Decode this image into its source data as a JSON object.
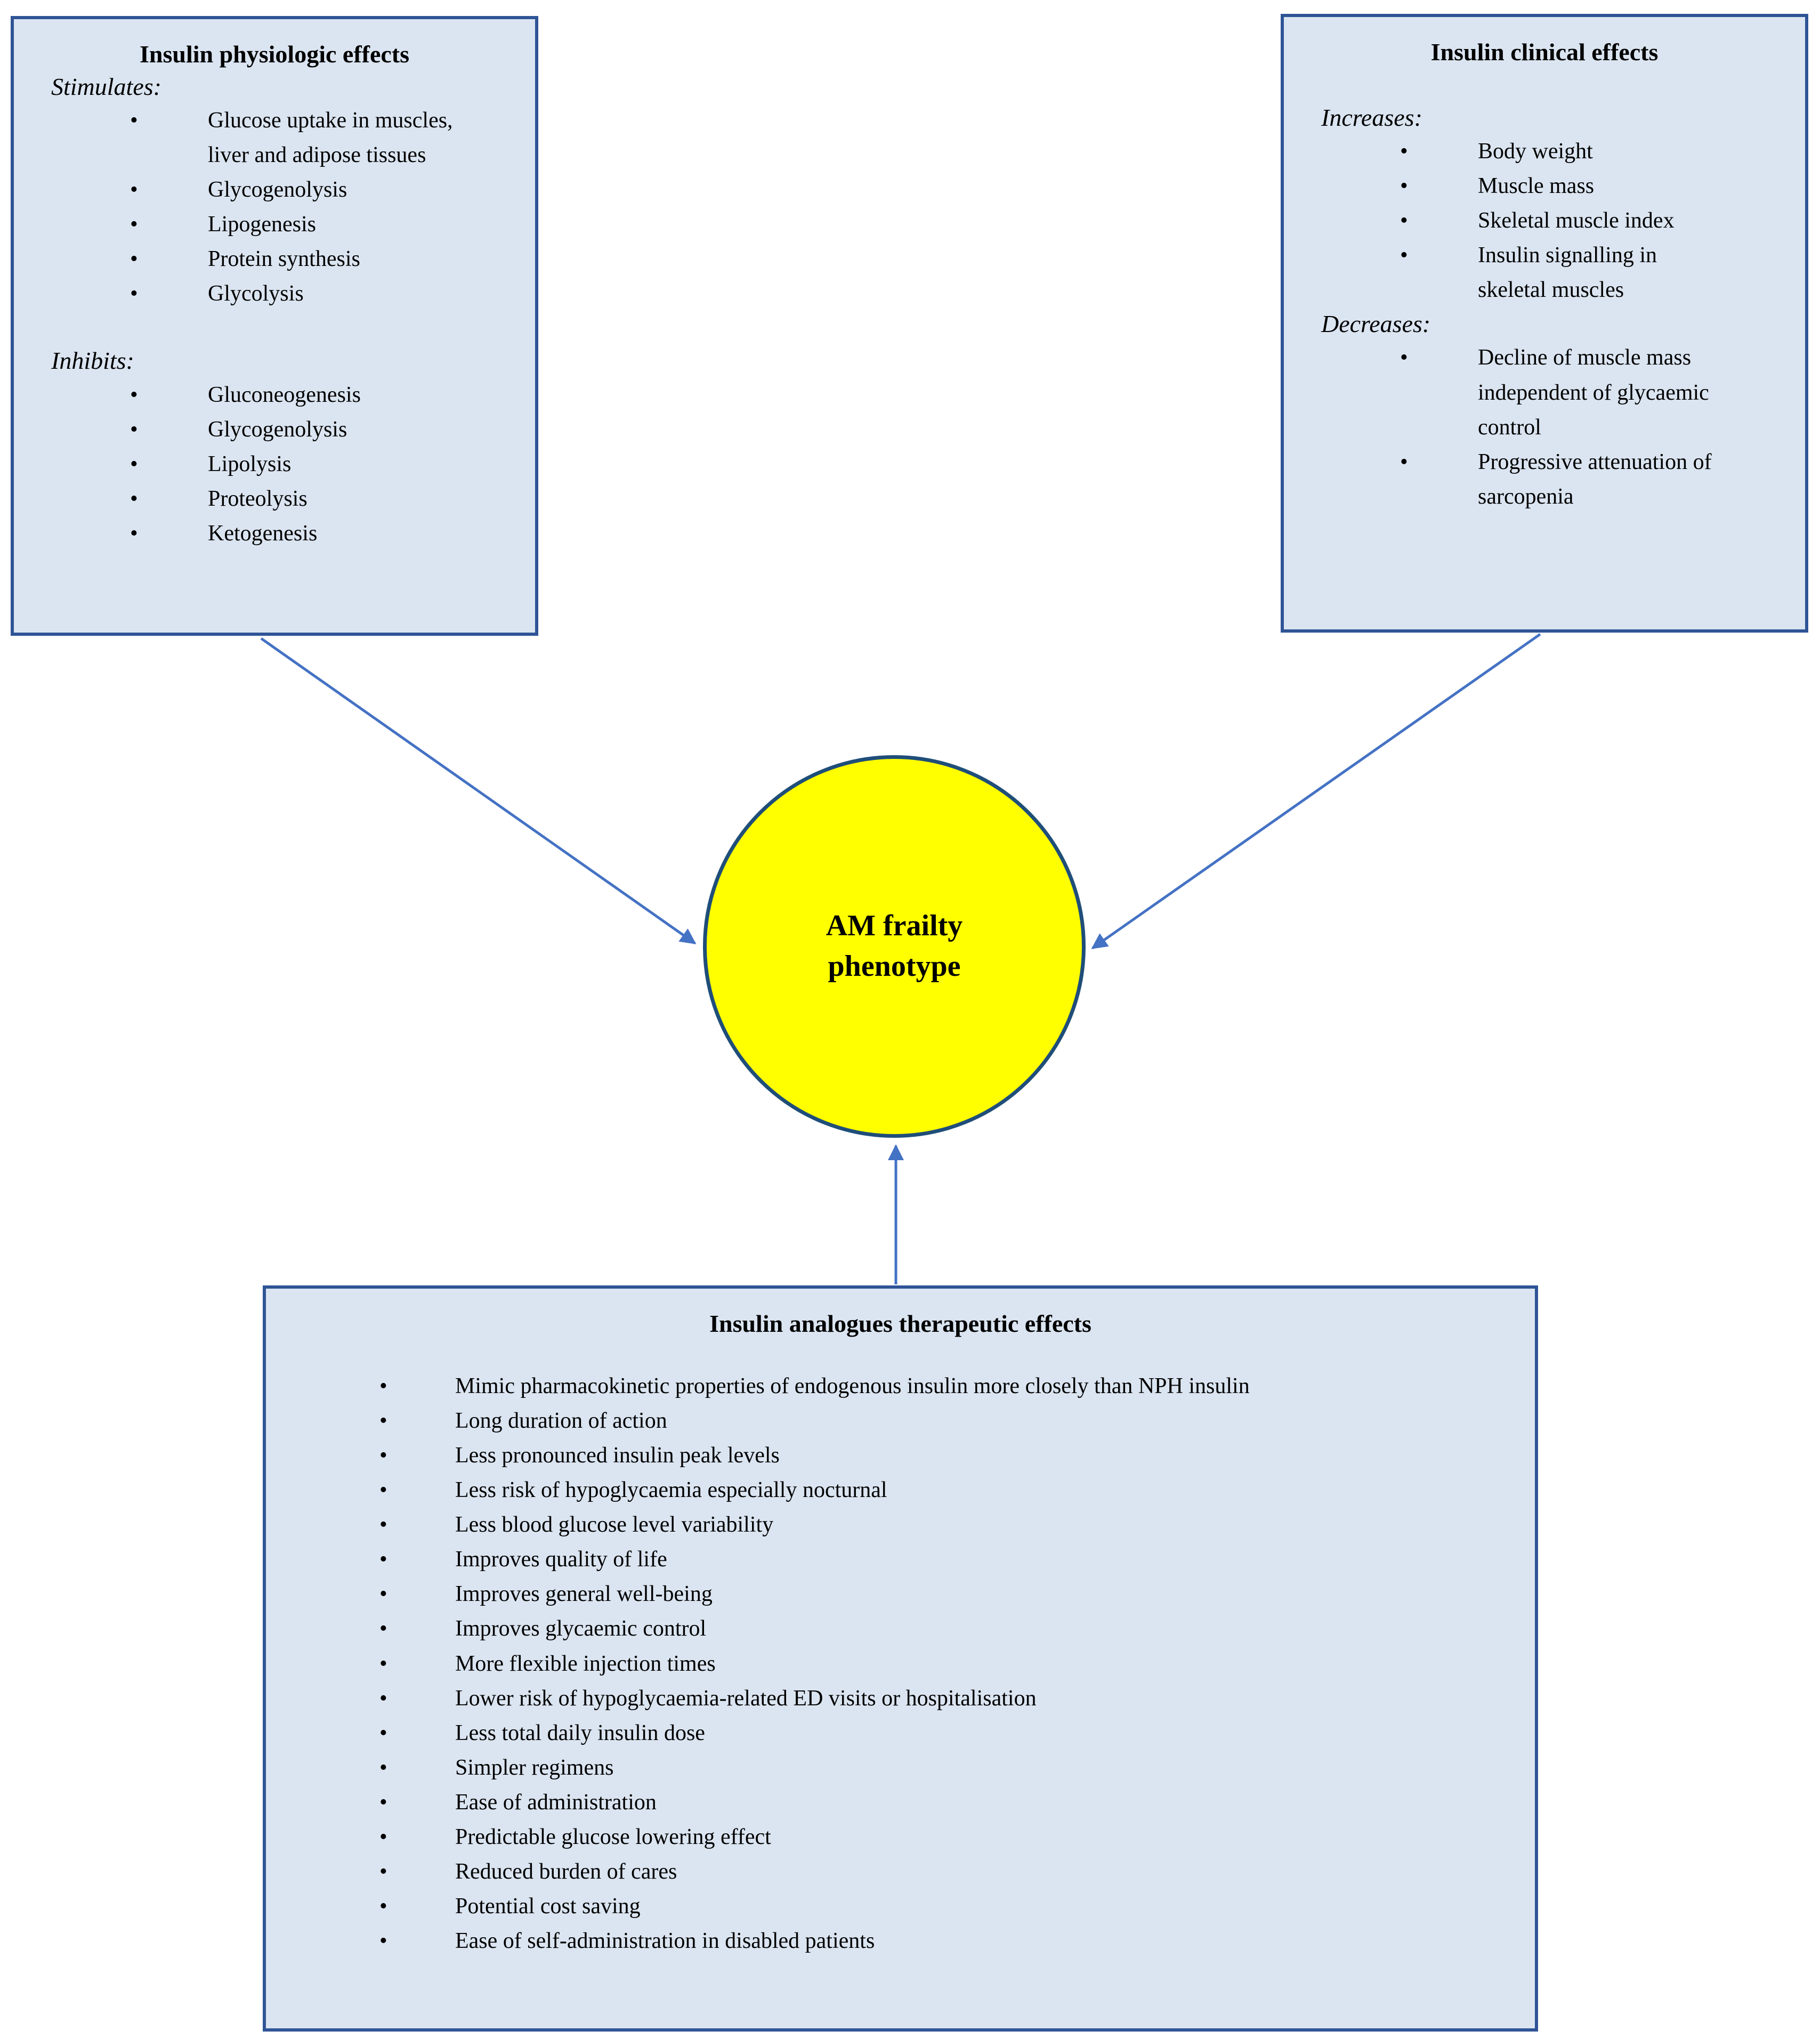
{
  "colors": {
    "box_fill": "#dbe5f1",
    "box_border": "#2f5496",
    "arrow": "#4472c4",
    "circle_fill": "#ffff00",
    "circle_border": "#1f4e79",
    "text": "#000000"
  },
  "center_node": {
    "label": "AM frailty phenotype"
  },
  "physiologic_box": {
    "title": "Insulin physiologic effects",
    "stimulates_heading": "Stimulates:",
    "stimulates_items": [
      "Glucose uptake in muscles, liver and adipose tissues",
      "Glycogenolysis",
      "Lipogenesis",
      "Protein synthesis",
      "Glycolysis"
    ],
    "inhibits_heading": "Inhibits:",
    "inhibits_items": [
      "Gluconeogenesis",
      "Glycogenolysis",
      "Lipolysis",
      "Proteolysis",
      "Ketogenesis"
    ]
  },
  "clinical_box": {
    "title": "Insulin clinical effects",
    "increases_heading": "Increases:",
    "increases_items": [
      "Body weight",
      "Muscle mass",
      "Skeletal muscle index",
      "Insulin signalling in skeletal muscles"
    ],
    "decreases_heading": "Decreases:",
    "decreases_items": [
      "Decline of muscle mass independent of glycaemic control",
      "Progressive attenuation of sarcopenia"
    ]
  },
  "therapeutic_box": {
    "title": "Insulin analogues therapeutic effects",
    "items": [
      "Mimic pharmacokinetic properties of endogenous insulin more closely than NPH insulin",
      "Long duration of action",
      "Less pronounced insulin peak levels",
      "Less risk of hypoglycaemia especially nocturnal",
      "Less blood glucose level variability",
      "Improves quality of life",
      "Improves general well-being",
      "Improves glycaemic control",
      "More flexible injection times",
      "Lower risk of hypoglycaemia-related ED visits or hospitalisation",
      "Less total daily insulin dose",
      "Simpler regimens",
      "Ease of administration",
      "Predictable glucose lowering effect",
      "Reduced burden of cares",
      "Potential cost saving",
      "Ease of self-administration in disabled patients"
    ]
  }
}
